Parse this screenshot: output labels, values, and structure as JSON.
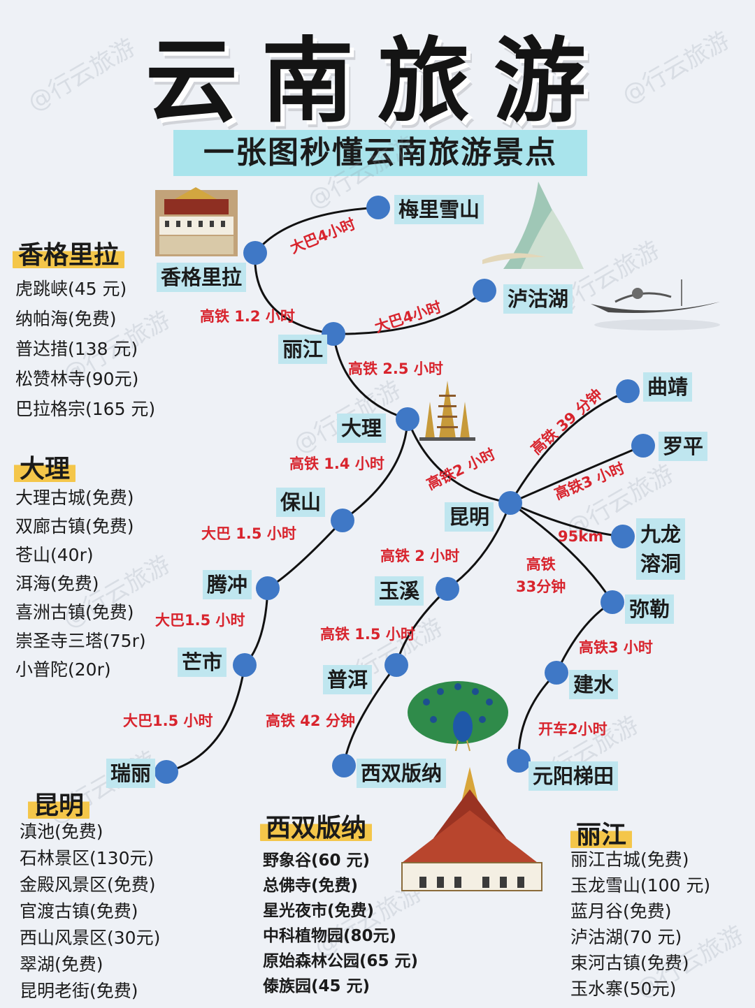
{
  "title": "云南旅游",
  "subtitle": "一张图秒懂云南旅游景点",
  "watermark": "@行云旅游",
  "colors": {
    "node": "#3f78c6",
    "route_text": "#d8242d",
    "label_bg": "#bfe6ef",
    "highlight": "#f4c64a",
    "subtitle_bg": "#a9e4ec"
  },
  "nodes": {
    "meili": "梅里雪山",
    "shangrila": "香格里拉",
    "lugu": "泸沽湖",
    "lijiang": "丽江",
    "dali": "大理",
    "qujing": "曲靖",
    "luoping": "罗平",
    "kunming": "昆明",
    "jiulong_1": "九龙",
    "jiulong_2": "溶洞",
    "baoshan": "保山",
    "tengchong": "腾冲",
    "yuxi": "玉溪",
    "mile": "弥勒",
    "mangshi": "芒市",
    "puer": "普洱",
    "jianshui": "建水",
    "ruili": "瑞丽",
    "xishuangbanna": "西双版纳",
    "yuanyang": "元阳梯田"
  },
  "routes": {
    "shangrila_meili": "大巴4小时",
    "shangrila_lijiang": "高铁 1.2 小时",
    "lijiang_lugu": "大巴4小时",
    "lijiang_dali": "高铁 2.5 小时",
    "kunming_qujing": "高铁 39 分钟",
    "kunming_luoping": "高铁3 小时",
    "dali_kunming": "高铁2 小时",
    "dali_baoshan": "高铁 1.4 小时",
    "kunming_jiulong": "95km",
    "baoshan_tengchong": "大巴 1.5 小时",
    "kunming_yuxi": "高铁 2 小时",
    "kunming_mile_1": "高铁",
    "kunming_mile_2": "33分钟",
    "tengchong_mangshi": "大巴1.5 小时",
    "yuxi_puer": "高铁 1.5 小时",
    "mile_jianshui": "高铁3 小时",
    "mangshi_ruili": "大巴1.5 小时",
    "puer_xishuangbanna": "高铁 42 分钟",
    "jianshui_yuanyang": "开车2小时"
  },
  "sections": {
    "shangrila": {
      "title": "香格里拉",
      "items": [
        "虎跳峡(45 元)",
        "纳帕海(免费)",
        "普达措(138 元)",
        "松赞林寺(90元)",
        "巴拉格宗(165 元)"
      ]
    },
    "dali": {
      "title": "大理",
      "items": [
        "大理古城(免费)",
        "双廊古镇(免费)",
        "苍山(40r)",
        "洱海(免费)",
        "喜洲古镇(免费)",
        "崇圣寺三塔(75r)",
        "小普陀(20r)"
      ]
    },
    "kunming": {
      "title": "昆明",
      "items": [
        "滇池(免费)",
        "石林景区(130元)",
        "金殿风景区(免费)",
        "官渡古镇(免费)",
        "西山风景区(30元)",
        "翠湖(免费)",
        "昆明老街(免费)"
      ]
    },
    "xishuangbanna": {
      "title": "西双版纳",
      "items": [
        "野象谷(60 元)",
        "总佛寺(免费)",
        "星光夜市(免费)",
        "中科植物园(80元)",
        "原始森林公园(65 元)",
        "傣族园(45 元)"
      ]
    },
    "lijiang": {
      "title": "丽江",
      "items": [
        "丽江古城(免费)",
        "玉龙雪山(100 元)",
        "蓝月谷(免费)",
        "泸沽湖(70 元)",
        "束河古镇(免费)",
        "玉水寨(50元)"
      ]
    }
  }
}
